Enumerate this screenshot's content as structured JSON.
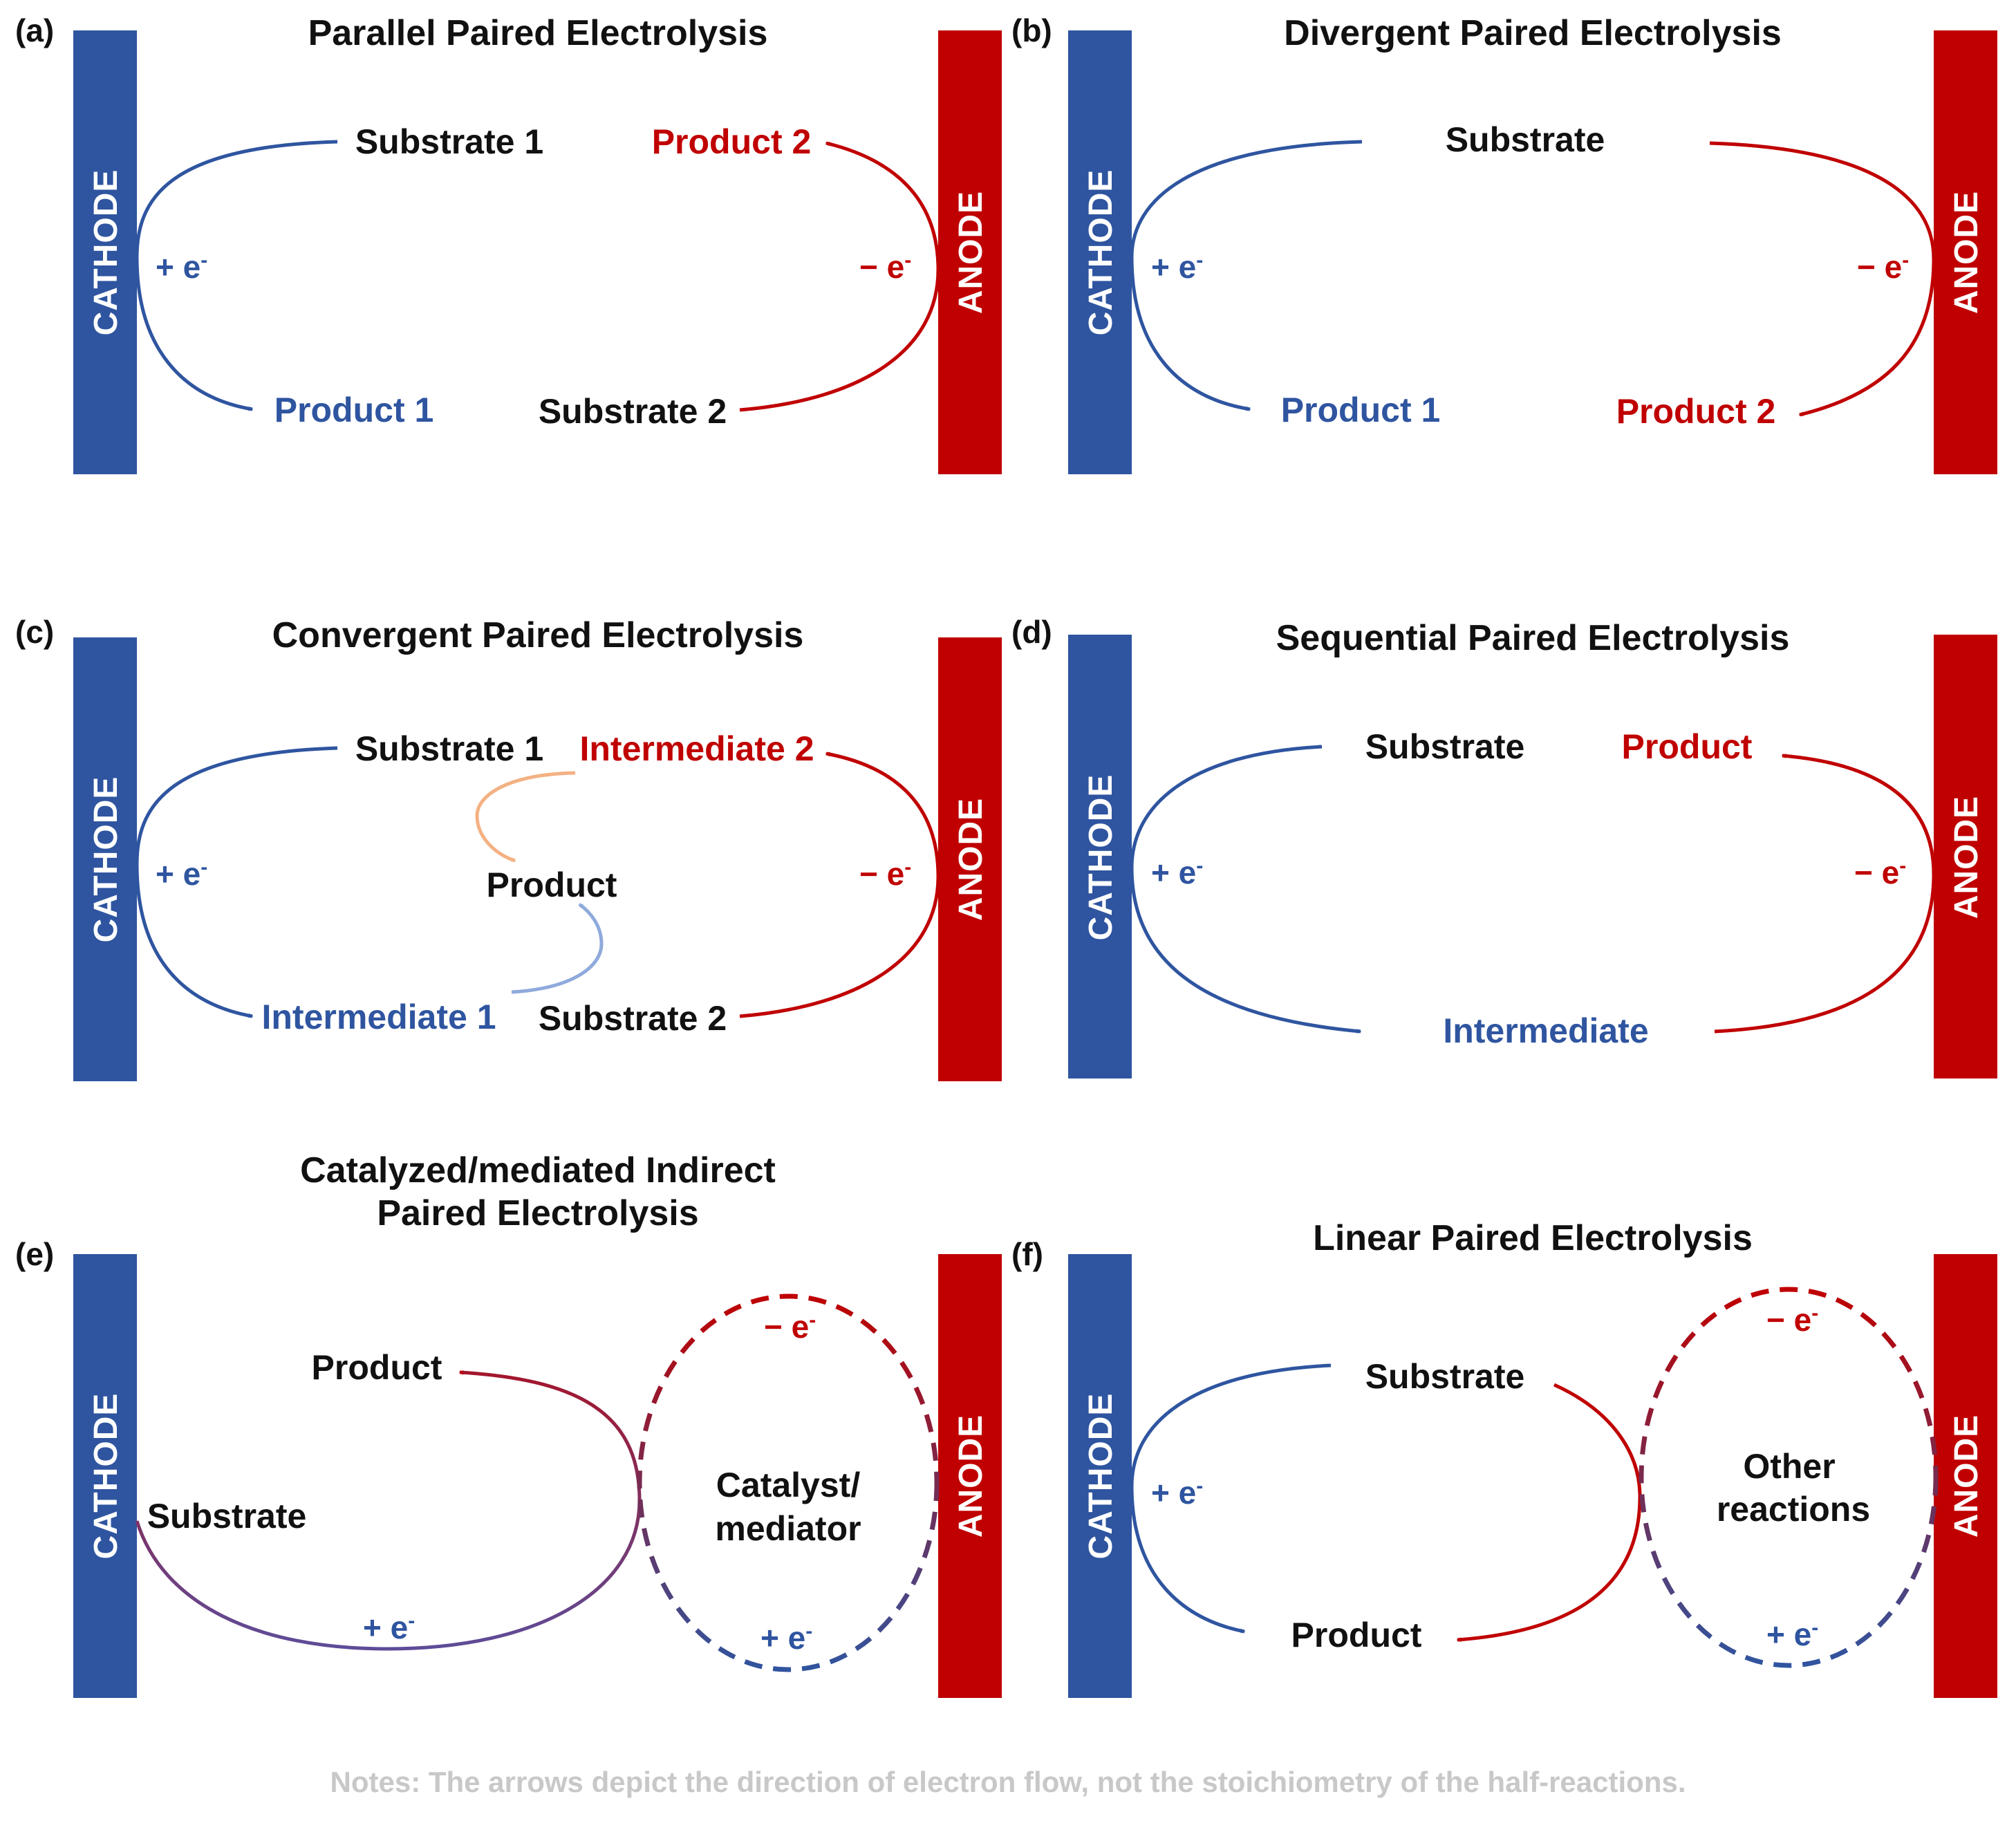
{
  "colors": {
    "cathode": "#2f55a0",
    "anode": "#c00000",
    "flow_blue": "#2f55a0",
    "flow_red": "#c00000",
    "light_orange": "#f4b183",
    "light_blue": "#8faadc",
    "note": "#c8c8c8"
  },
  "electrodes": {
    "cathode": "CATHODE",
    "anode": "ANODE"
  },
  "electrons": {
    "gain": "+ e",
    "loss": "− e",
    "sup": "-"
  },
  "panels": {
    "a": {
      "tag": "(a)",
      "title": "Parallel Paired Electrolysis",
      "substrate1": "Substrate 1",
      "product2": "Product 2",
      "product1": "Product 1",
      "substrate2": "Substrate 2"
    },
    "b": {
      "tag": "(b)",
      "title": "Divergent Paired Electrolysis",
      "substrate": "Substrate",
      "product1": "Product 1",
      "product2": "Product 2"
    },
    "c": {
      "tag": "(c)",
      "title": "Convergent Paired Electrolysis",
      "substrate1": "Substrate 1",
      "intermediate2": "Intermediate 2",
      "product": "Product",
      "intermediate1": "Intermediate 1",
      "substrate2": "Substrate 2"
    },
    "d": {
      "tag": "(d)",
      "title": "Sequential Paired Electrolysis",
      "substrate": "Substrate",
      "product": "Product",
      "intermediate": "Intermediate"
    },
    "e": {
      "tag": "(e)",
      "title_line1": "Catalyzed/mediated Indirect",
      "title_line2": "Paired Electrolysis",
      "product": "Product",
      "substrate": "Substrate",
      "loop_line1": "Catalyst/",
      "loop_line2": "mediator"
    },
    "f": {
      "tag": "(f)",
      "title": "Linear Paired Electrolysis",
      "substrate": "Substrate",
      "product": "Product",
      "loop_line1": "Other",
      "loop_line2": "reactions"
    }
  },
  "note": "Notes: The arrows depict the direction of electron flow, not the stoichiometry of the half-reactions."
}
